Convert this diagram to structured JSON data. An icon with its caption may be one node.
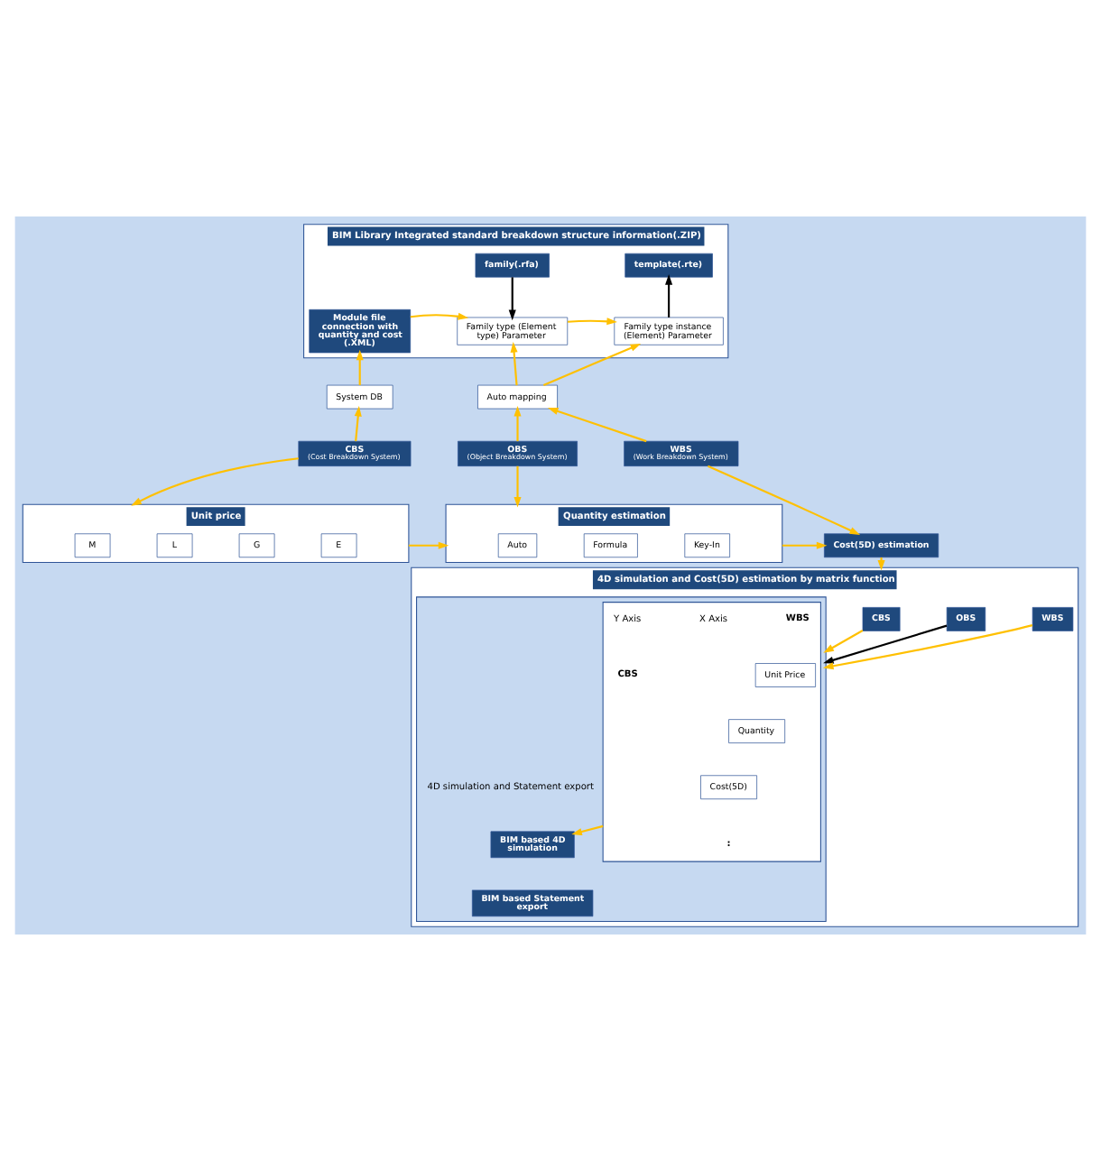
{
  "diagram": {
    "nodes": [
      {
        "text": [
          "BIM Library Integrated standard breakdown structure information(.ZIP)"
        ]
      },
      {
        "text": [
          "Module file connection with quantity and cost (.XML)"
        ],
        "in": 0
      },
      {
        "text": [
          "family(.rfa)"
        ],
        "in": 0
      },
      {
        "text": [
          "Family type (Element type) Parameter"
        ],
        "in": 0
      },
      {
        "text": [
          "template(.rte)"
        ],
        "in": 0
      },
      {
        "text": [
          "Family type instance (Element) Parameter"
        ],
        "in": 0
      },
      {
        "text": [
          "System DB"
        ]
      },
      {
        "text": [
          "Auto mapping"
        ]
      },
      {
        "text": [
          "CBS",
          "(Cost Breakdown System)"
        ]
      },
      {
        "text": [
          "OBS",
          "(Object Breakdown System)"
        ]
      },
      {
        "text": [
          "WBS",
          "(Work Breakdown System)"
        ]
      },
      {
        "text": [
          "Unit price"
        ]
      },
      {
        "text": [
          "M"
        ],
        "in": 11
      },
      {
        "text": [
          "L"
        ],
        "in": 11
      },
      {
        "text": [
          "G"
        ],
        "in": 11
      },
      {
        "text": [
          "E"
        ],
        "in": 11
      },
      {
        "text": [
          "Quantity estimation"
        ]
      },
      {
        "text": [
          "Auto"
        ],
        "in": 16
      },
      {
        "text": [
          "Formula"
        ],
        "in": 16
      },
      {
        "text": [
          "Key-In"
        ],
        "in": 16
      },
      {
        "text": [
          "Cost(5D) estimation"
        ]
      },
      {
        "text": [
          "4D simulation and Cost(5D) estimation by matrix function"
        ]
      },
      {
        "text": [
          "CBS"
        ],
        "in": 21
      },
      {
        "text": [
          "OBS"
        ],
        "in": 21
      },
      {
        "text": [
          "WBS"
        ],
        "in": 21
      },
      {
        "text": [],
        "shape": "box",
        "in": 21
      },
      {
        "text": [],
        "shape": "box",
        "in": 25
      },
      {
        "text": [
          "Unit Price"
        ],
        "in": 26
      },
      {
        "text": [
          "Quantity"
        ],
        "in": 26
      },
      {
        "text": [
          "Cost(5D)"
        ],
        "in": 26
      },
      {
        "text": [
          "BIM based 4D simulation"
        ],
        "in": 25
      },
      {
        "text": [
          "BIM based Statement export"
        ],
        "in": 25
      }
    ],
    "edges": [
      {
        "from": 1,
        "to": 3,
        "arrow": "to"
      },
      {
        "from": 2,
        "to": 3,
        "arrow": "to",
        "color": "#000000"
      },
      {
        "from": 3,
        "to": 5,
        "arrow": "to"
      },
      {
        "from": 5,
        "to": 4,
        "arrow": "to",
        "color": "#000000"
      },
      {
        "from": 6,
        "to": 1,
        "arrow": "to"
      },
      {
        "from": 7,
        "to": 3,
        "arrow": "to"
      },
      {
        "from": 7,
        "to": 5,
        "arrow": "to"
      },
      {
        "from": 8,
        "to": 6,
        "arrow": "to"
      },
      {
        "from": 9,
        "to": 7,
        "arrow": "to"
      },
      {
        "from": 10,
        "to": 7,
        "arrow": "to"
      },
      {
        "from": 8,
        "to": 11,
        "arrow": "to"
      },
      {
        "from": 9,
        "to": 16,
        "arrow": "to"
      },
      {
        "from": 10,
        "to": 20,
        "arrow": "to"
      },
      {
        "from": 11,
        "to": 16,
        "arrow": "to"
      },
      {
        "from": 16,
        "to": 20,
        "arrow": "to"
      },
      {
        "from": 20,
        "to": 21,
        "arrow": "to"
      },
      {
        "from": 22,
        "to": 25,
        "arrow": "to"
      },
      {
        "from": 23,
        "to": 25,
        "arrow": "to",
        "color": "#000000"
      },
      {
        "from": 24,
        "to": 25,
        "arrow": "to"
      },
      {
        "from": 26,
        "to": 30,
        "arrow": "to"
      }
    ],
    "labels": [
      "X Axis",
      "Y Axis",
      "WBS",
      "CBS",
      ":",
      "4D simulation and Statement export"
    ]
  }
}
